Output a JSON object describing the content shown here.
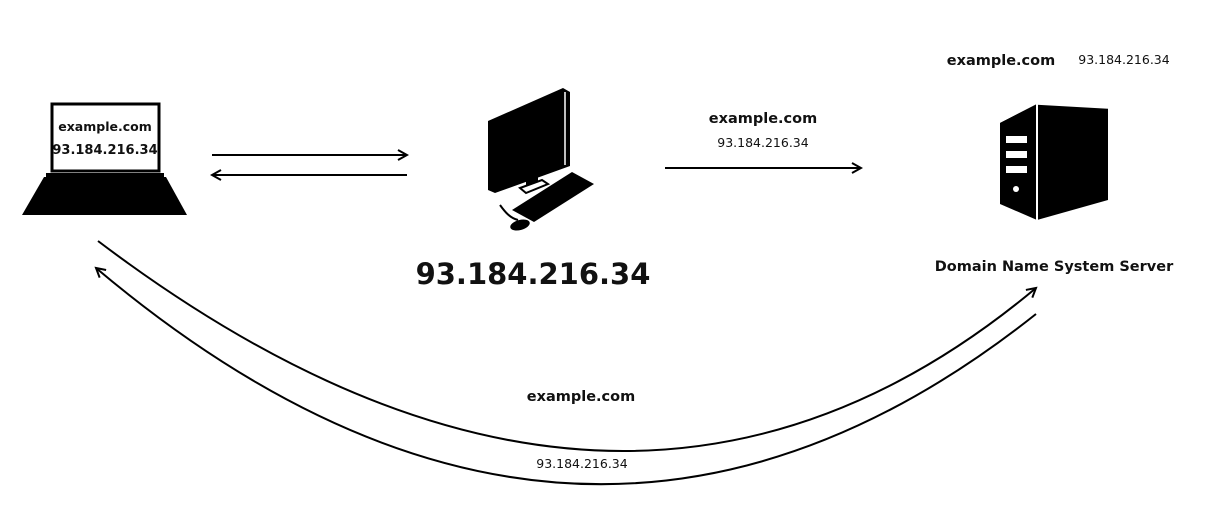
{
  "laptop": {
    "screen_domain": "example.com",
    "screen_ip": "93.184.216.34"
  },
  "computer": {
    "ip": "93.184.216.34"
  },
  "request_arrow": {
    "domain": "example.com",
    "ip": "93.184.216.34"
  },
  "server": {
    "domain": "example.com",
    "ip": "93.184.216.34",
    "name": "Domain Name System Server"
  },
  "bottom_arc": {
    "domain": "example.com",
    "ip": "93.184.216.34"
  },
  "colors": {
    "ink": "#000000",
    "text": "#111111",
    "background": "#ffffff"
  }
}
